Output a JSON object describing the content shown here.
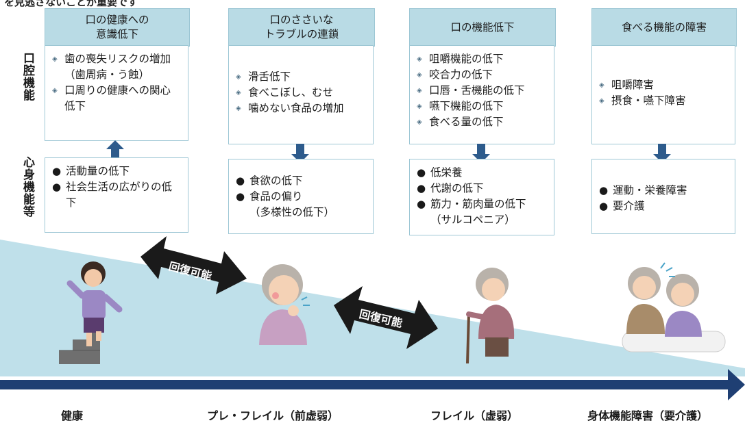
{
  "top_text": "を見逃さないことが重要です",
  "row_labels": {
    "oral": "口腔機能",
    "mind_body": "心身機能等"
  },
  "stages": [
    {
      "header": "口の健康への\n意識低下",
      "oral": [
        "歯の喪失リスクの増加（歯周病・う蝕）",
        "口周りの健康への関心低下"
      ],
      "body": [
        "活動量の低下",
        "社会生活の広がりの低下"
      ]
    },
    {
      "header": "口のささいな\nトラブルの連鎖",
      "oral": [
        "滑舌低下",
        "食べこぼし、むせ",
        "噛めない食品の増加"
      ],
      "body": [
        "食欲の低下",
        "食品の偏り\n（多様性の低下）"
      ]
    },
    {
      "header": "口の機能低下",
      "oral": [
        "咀嚼機能の低下",
        "咬合力の低下",
        "口唇・舌機能の低下",
        "嚥下機能の低下",
        "食べる量の低下"
      ],
      "body": [
        "低栄養",
        "代謝の低下",
        "筋力・筋肉量の低下\n（サルコペニア）"
      ]
    },
    {
      "header": "食べる機能の障害",
      "oral": [
        "咀嚼障害",
        "摂食・嚥下障害"
      ],
      "body": [
        "運動・栄養障害",
        "要介護"
      ]
    }
  ],
  "recover_labels": [
    "回復可能",
    "回復可能"
  ],
  "axis_labels": [
    "健康",
    "プレ・フレイル（前虚弱）",
    "フレイル（虚弱）",
    "身体機能障害（要介護）"
  ],
  "colors": {
    "header_bg": "#b9dbe5",
    "box_border": "#9cc6d4",
    "arrow": "#2d5b8c",
    "band": "#bfe0ea",
    "axis": "#1f3f73",
    "recover_arrow": "#1a1a1a"
  }
}
